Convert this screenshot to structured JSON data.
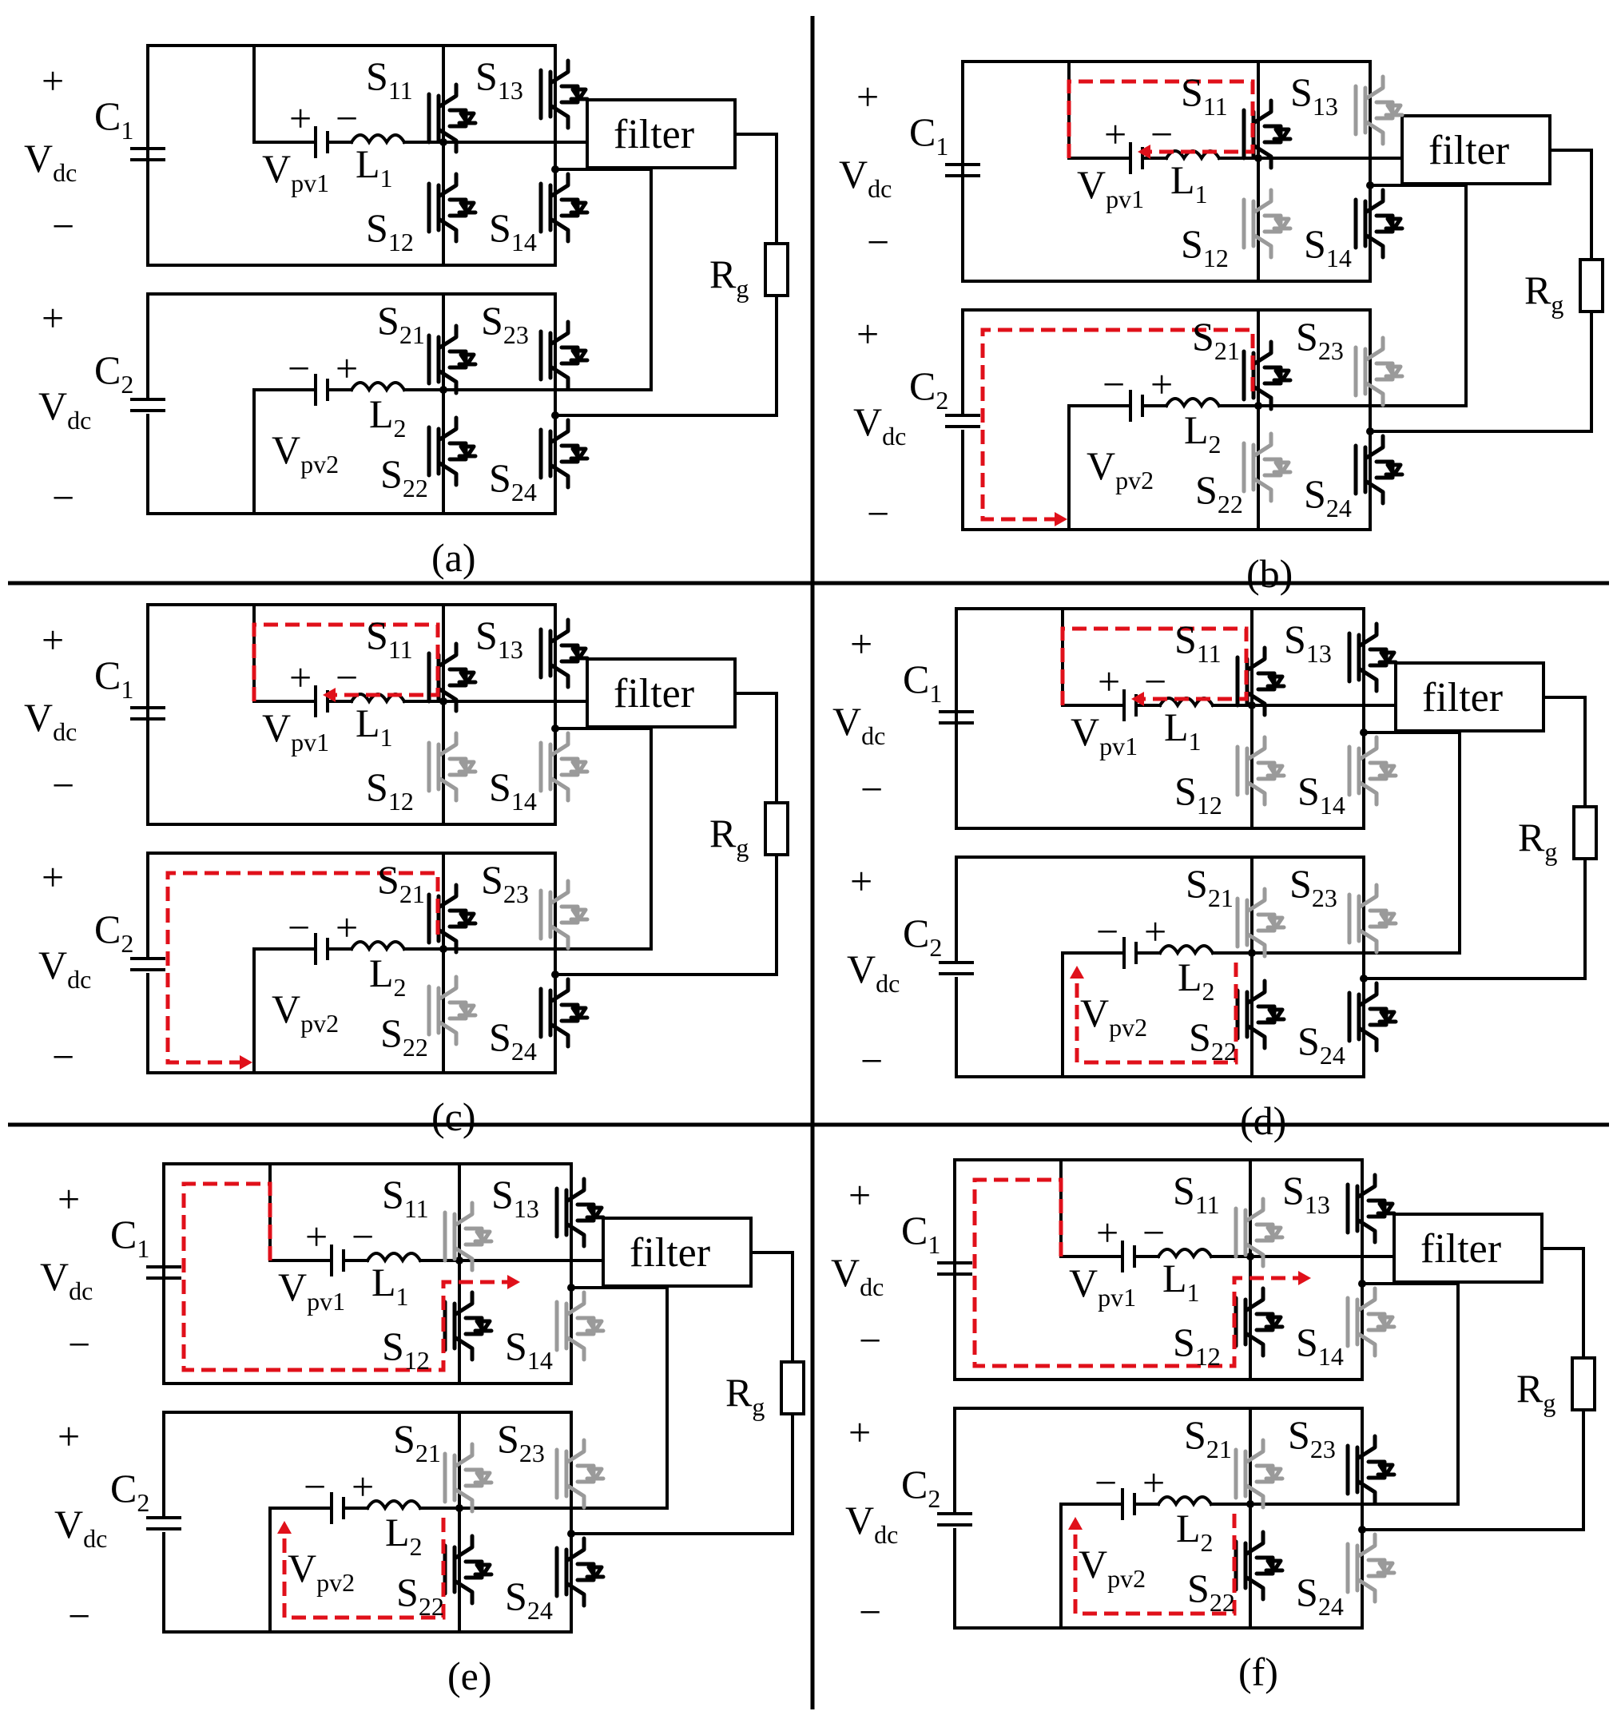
{
  "figure": {
    "separators": true,
    "colors": {
      "wire": "#000000",
      "switch_on": "#000000",
      "switch_off": "#9a9a9a",
      "current_path": "#e0101a"
    },
    "labels": {
      "plus": "+",
      "minus": "−",
      "V": "V",
      "dc": "dc",
      "C": "C",
      "L": "L",
      "S": "S",
      "pv1": "pv1",
      "pv2": "pv2",
      "one": "1",
      "two": "2",
      "R": "R",
      "g": "g",
      "filter": "filter"
    },
    "panels": [
      {
        "caption": "(a)",
        "off": [],
        "arrows": []
      },
      {
        "caption": "(b)",
        "off": [
          "S13",
          "S12",
          "S23",
          "S22"
        ],
        "arrows": [
          "top_loop",
          "lower_outer"
        ]
      },
      {
        "caption": "(c)",
        "off": [
          "S12",
          "S14",
          "S23",
          "S22"
        ],
        "arrows": [
          "top_loop",
          "lower_outer"
        ]
      },
      {
        "caption": "(d)",
        "off": [
          "S12",
          "S14",
          "S21",
          "S23"
        ],
        "arrows": [
          "top_loop",
          "lower_inner"
        ]
      },
      {
        "caption": "(e)",
        "off": [
          "S11",
          "S14",
          "S21",
          "S23"
        ],
        "arrows": [
          "upper_outer",
          "lower_inner"
        ]
      },
      {
        "caption": "(f)",
        "off": [
          "S11",
          "S14",
          "S21",
          "S24"
        ],
        "arrows": [
          "upper_outer",
          "lower_inner"
        ]
      }
    ]
  }
}
